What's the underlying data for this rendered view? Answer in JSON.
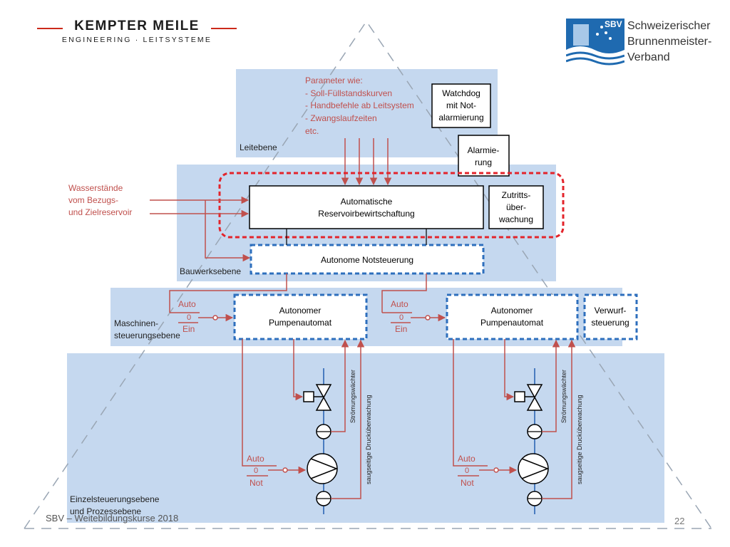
{
  "header": {
    "left_logo": {
      "name": "KEMPTER MEILE",
      "subtitle": "ENGINEERING · LEITSYSTEME"
    },
    "right_logo": {
      "mark": "SBV",
      "line1": "Schweizerischer",
      "line2": "Brunnenmeister-",
      "line3": "Verband"
    }
  },
  "levels": {
    "leitebene": "Leitebene",
    "bauwerksebene": "Bauwerksebene",
    "maschinen_line1": "Maschinen-",
    "maschinen_line2": "steuerungsebene",
    "einzel_line1": "Einzelsteuerungsebene",
    "einzel_line2": "und Prozessebene"
  },
  "parameters": {
    "line1": "Parameter wie:",
    "line2": "- Soll-Füllstandskurven",
    "line3": "- Handbefehle ab Leitsystem",
    "line4": "- Zwangslaufzeiten",
    "line5": "etc."
  },
  "boxes": {
    "watchdog_line1": "Watchdog",
    "watchdog_line2": "mit Not-",
    "watchdog_line3": "alarmierung",
    "alarm_line1": "Alarmie-",
    "alarm_line2": "rung",
    "auto_res_line1": "Automatische",
    "auto_res_line2": "Reservoirbewirtschaftung",
    "zutritt_line1": "Zutritts-",
    "zutritt_line2": "über-",
    "zutritt_line3": "wachung",
    "notsteuerung": "Autonome Notsteuerung",
    "pump1_line1": "Autonomer",
    "pump1_line2": "Pumpenautomat",
    "pump2_line1": "Autonomer",
    "pump2_line2": "Pumpenautomat",
    "verwurf_line1": "Verwurf-",
    "verwurf_line2": "steuerung"
  },
  "wasser": {
    "line1": "Wasserstände",
    "line2": "vom Bezugs-",
    "line3": "und Zielreservoir"
  },
  "switches": {
    "auto": "Auto",
    "zero": "0",
    "ein": "Ein",
    "not": "Not"
  },
  "sensors": {
    "flow": "Strömungswächter",
    "pressure": "saugseitige Drucküberwachung"
  },
  "footer": {
    "text": "SBV – Weitebildungskurse 2018",
    "page": "22"
  },
  "colors": {
    "panel": "#c5d8ef",
    "signal": "#c0504d",
    "dashed_red": "#e3242b",
    "dashed_blue": "#2e6fbd",
    "pipe": "#4a7cc0"
  }
}
